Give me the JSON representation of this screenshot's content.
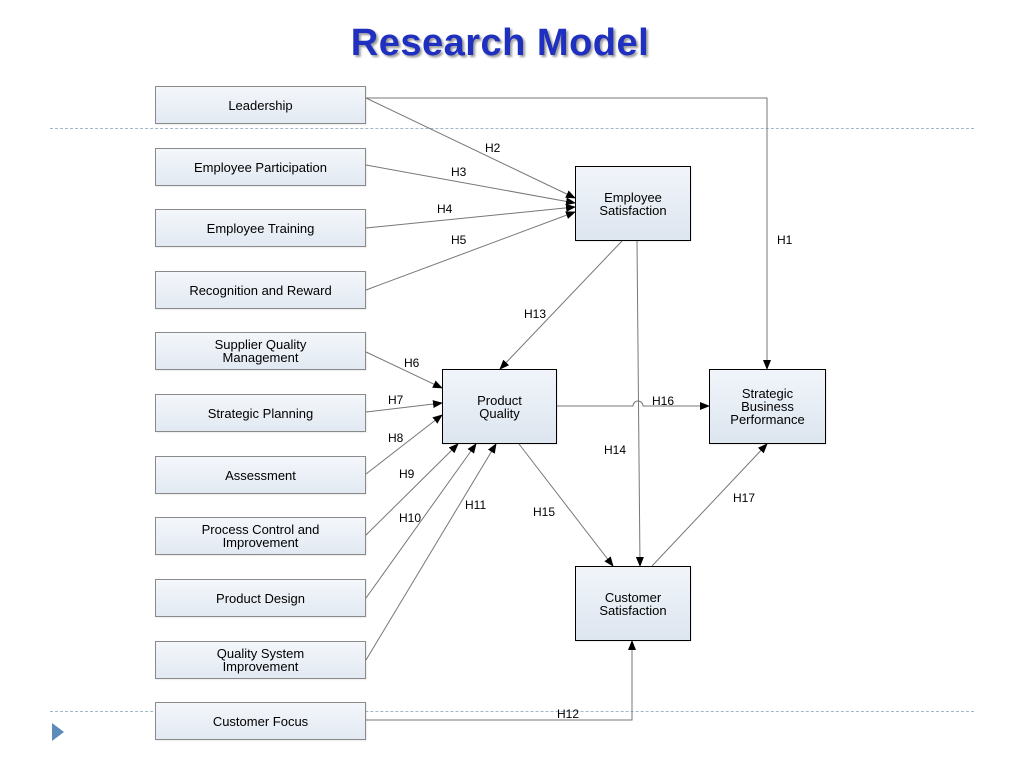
{
  "title": "Research Model",
  "left_factors": {
    "leadership": "Leadership",
    "employee_participation": "Employee Participation",
    "employee_training": "Employee Training",
    "recognition_reward": "Recognition and Reward",
    "supplier_quality": "Supplier Quality Management",
    "strategic_planning": "Strategic Planning",
    "assessment": "Assessment",
    "process_control": "Process Control and Improvement",
    "product_design": "Product Design",
    "quality_system": "Quality System Improvement",
    "customer_focus": "Customer Focus"
  },
  "outcomes": {
    "employee_satisfaction": "Employee Satisfaction",
    "product_quality": "Product Quality",
    "strategic_business_performance": "Strategic Business Performance",
    "customer_satisfaction": "Customer Satisfaction"
  },
  "hypotheses": {
    "h1": "H1",
    "h2": "H2",
    "h3": "H3",
    "h4": "H4",
    "h5": "H5",
    "h6": "H6",
    "h7": "H7",
    "h8": "H8",
    "h9": "H9",
    "h10": "H10",
    "h11": "H11",
    "h12": "H12",
    "h13": "H13",
    "h14": "H14",
    "h15": "H15",
    "h16": "H16",
    "h17": "H17"
  },
  "colors": {
    "title": "#1f2fbf",
    "rule": "#9fb8c8",
    "nav_arrow": "#5b8db8"
  },
  "icons": {
    "nav": "play-triangle-icon"
  }
}
